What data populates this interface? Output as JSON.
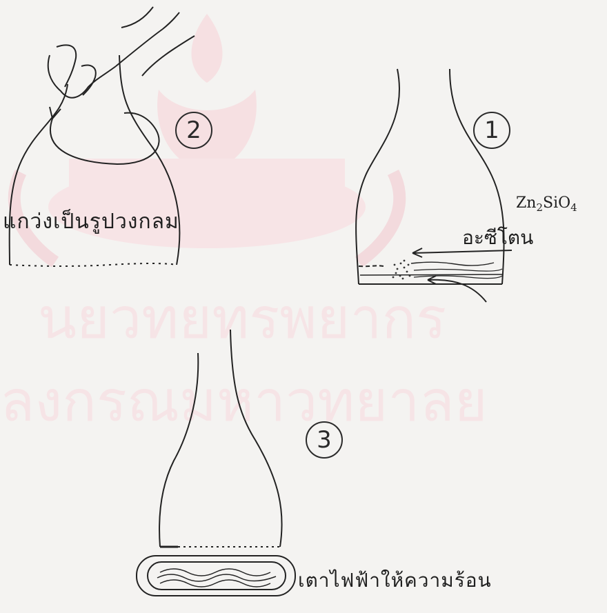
{
  "step_numbers": {
    "one": "1",
    "two": "2",
    "three": "3"
  },
  "labels": {
    "step2_caption": "แกว่งเป็นรูปวงกลม",
    "acetone": "อะซีโตน",
    "heater": "เตาไฟฟ้าให้ความร้อน"
  },
  "chem_label": {
    "base": "Zn",
    "sub1": "2",
    "mid": "SiO",
    "sub2": "4"
  },
  "colors": {
    "background": "#f4f3f1",
    "ink": "#222222",
    "watermark": "#f3d9dc",
    "watermark_emblem": "#f6e0e2"
  }
}
